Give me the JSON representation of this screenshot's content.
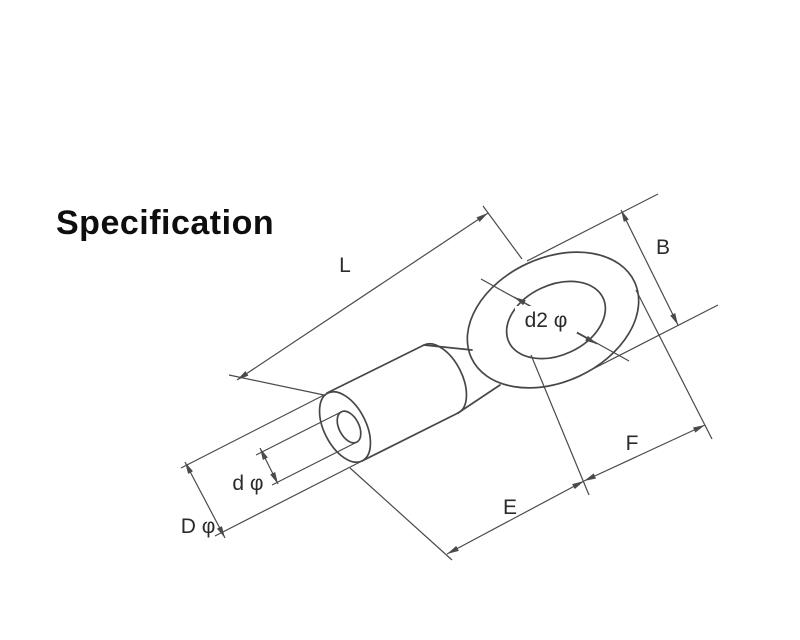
{
  "title": "Specification",
  "colors": {
    "background": "#ffffff",
    "line": "#4a4a4a",
    "label": "#2b2b2b",
    "title": "#0e0e0e"
  },
  "diagram": {
    "figure": "ring-terminal-dimension-drawing",
    "labels": {
      "L": "L",
      "B": "B",
      "d2": "d2 φ",
      "F": "F",
      "E": "E",
      "d": "d φ",
      "D": "D φ"
    }
  }
}
